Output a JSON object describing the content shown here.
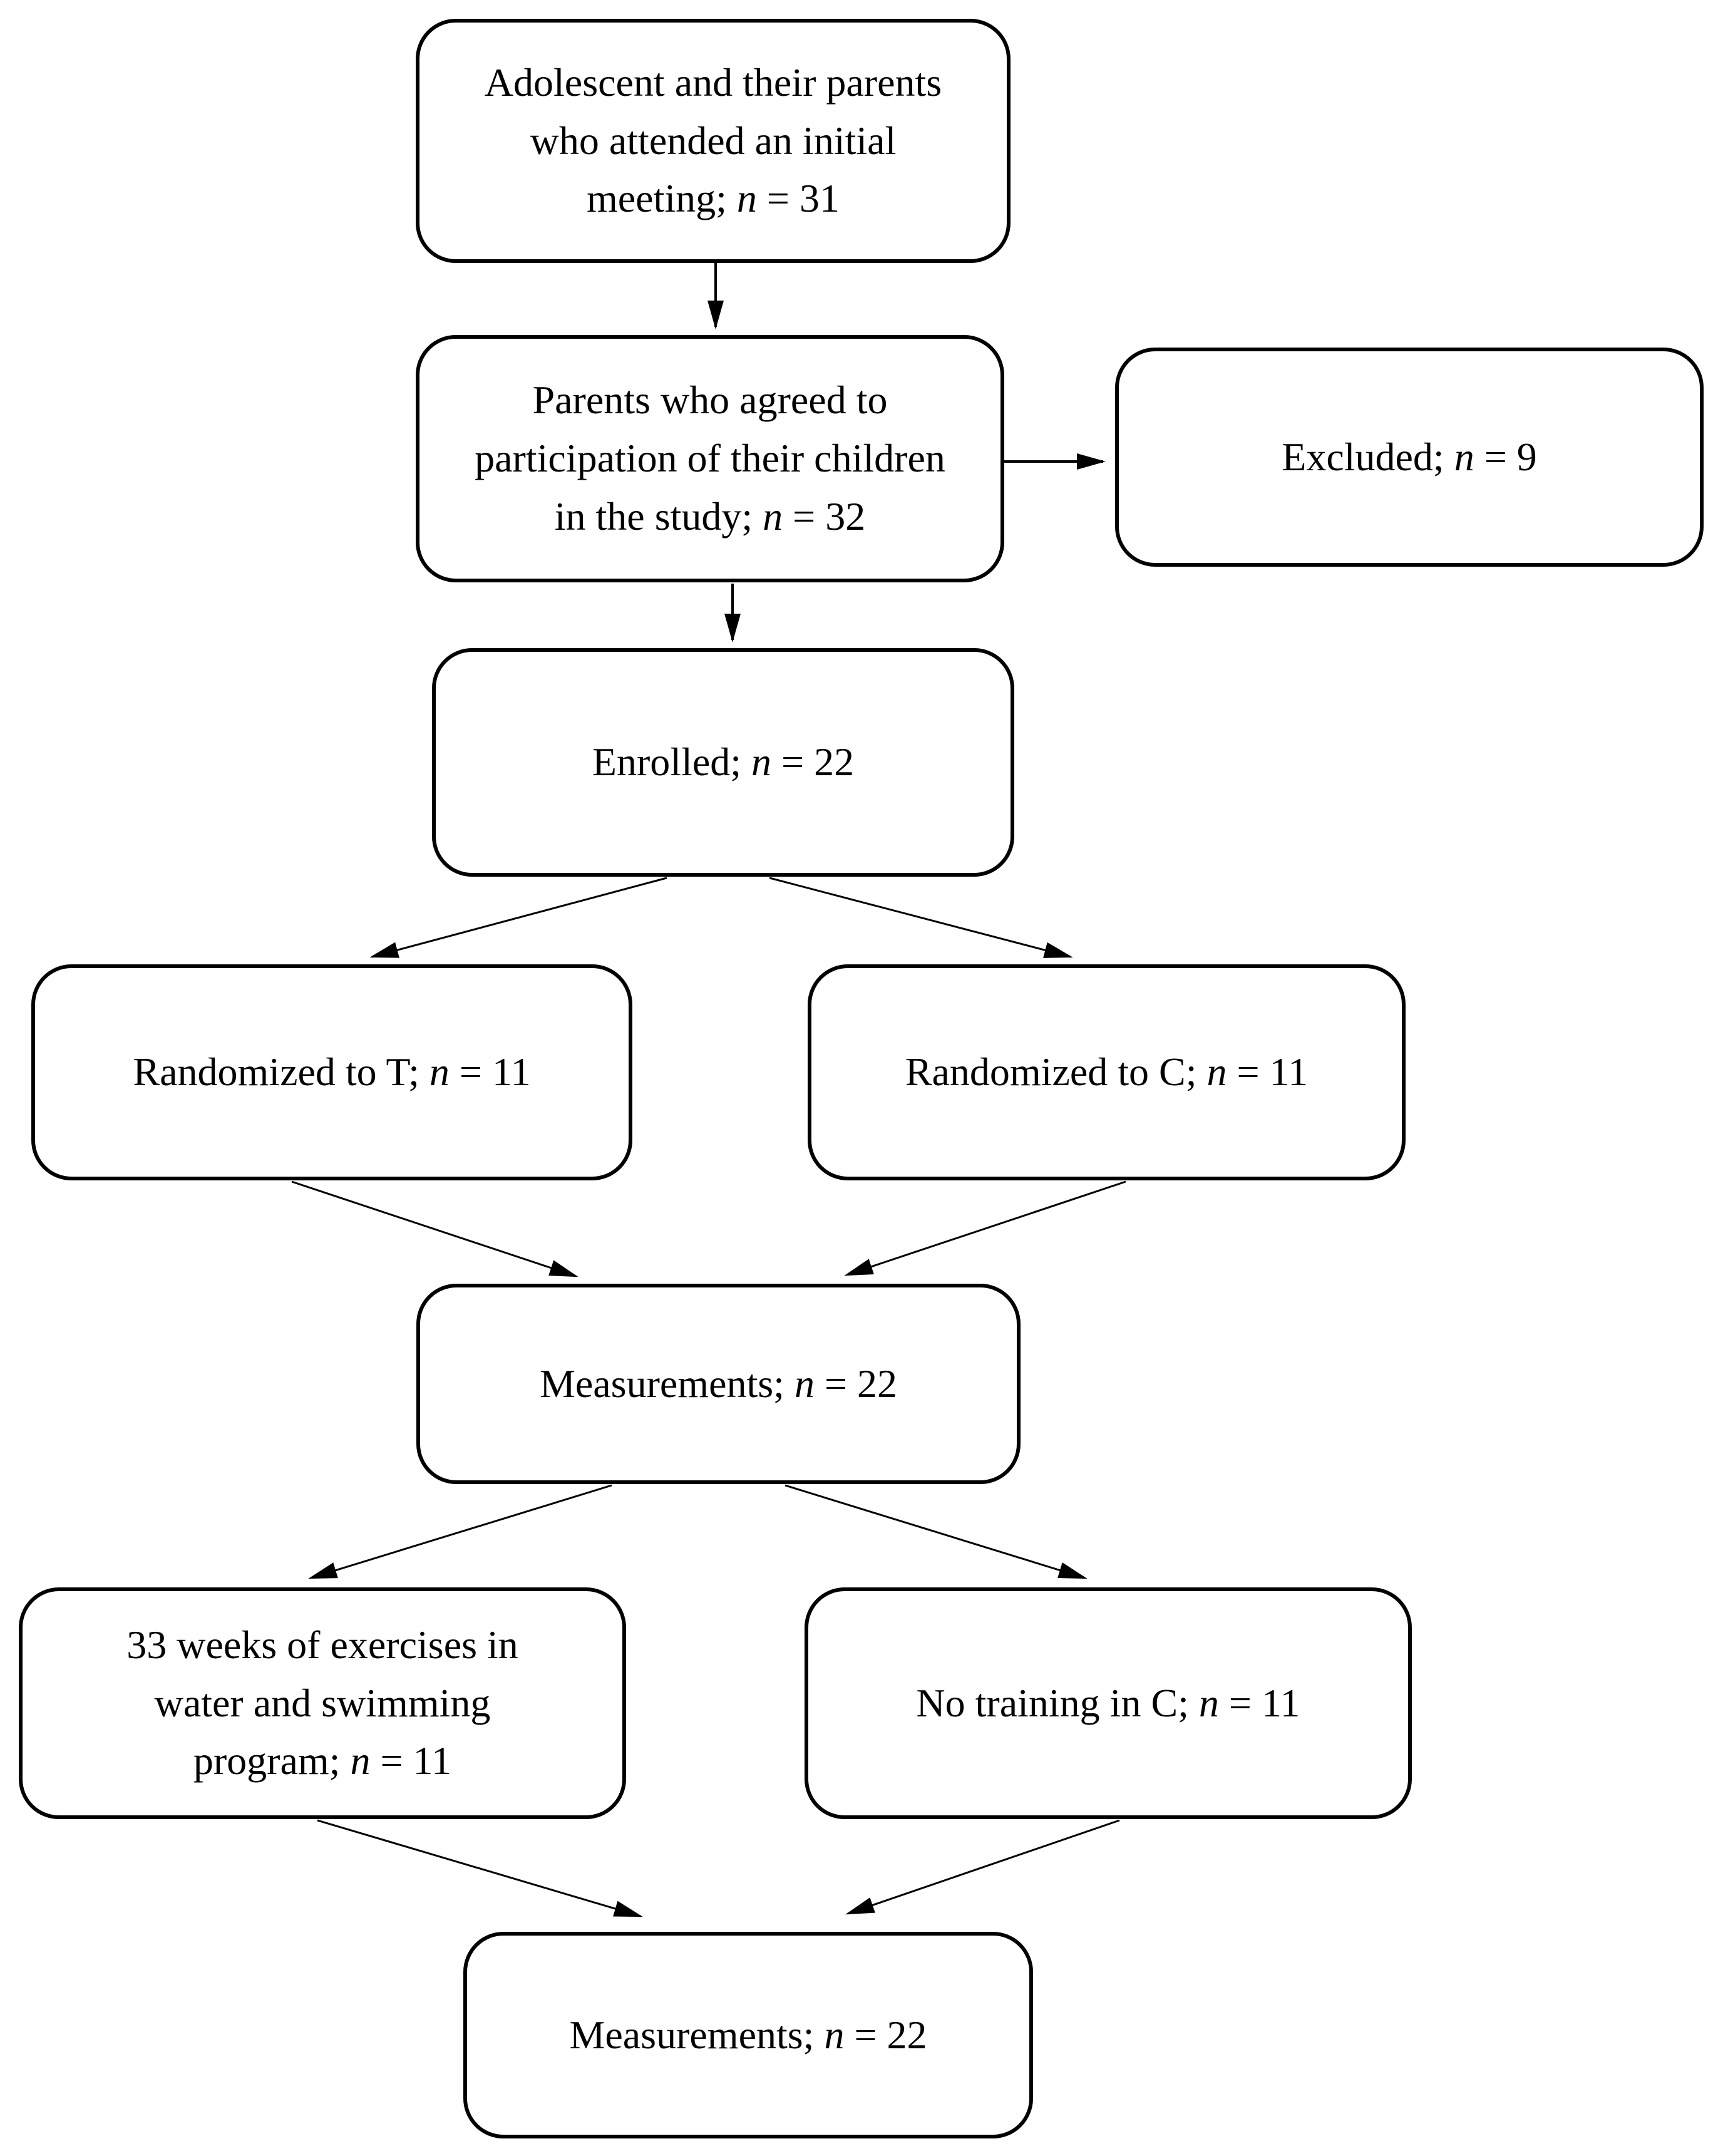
{
  "colors": {
    "background": "#ffffff",
    "box_border": "#000000",
    "text": "#000000",
    "arrow": "#000000"
  },
  "nodes": [
    {
      "id": "initial-meeting",
      "text": "Adolescent and their parents who attended an initial meeting; ",
      "var": "n",
      "value": " = 31"
    },
    {
      "id": "parents-agreed",
      "text": "Parents who agreed to participation of their children in the study; ",
      "var": "n",
      "value": " = 32"
    },
    {
      "id": "excluded",
      "text": "Excluded; ",
      "var": "n",
      "value": " = 9"
    },
    {
      "id": "enrolled",
      "text": "Enrolled; ",
      "var": "n",
      "value": " = 22"
    },
    {
      "id": "randomized-t",
      "text": "Randomized to T; ",
      "var": "n",
      "value": " = 11"
    },
    {
      "id": "randomized-c",
      "text": "Randomized to C; ",
      "var": "n",
      "value": " = 11"
    },
    {
      "id": "measurements-1",
      "text": "Measurements; ",
      "var": "n",
      "value": " = 22"
    },
    {
      "id": "training-program",
      "text": "33 weeks of exercises in water and swimming program; ",
      "var": "n",
      "value": " = 11"
    },
    {
      "id": "no-training",
      "text": "No training in C; ",
      "var": "n",
      "value": " = 11"
    },
    {
      "id": "measurements-2",
      "text": "Measurements; ",
      "var": "n",
      "value": " = 22"
    }
  ]
}
